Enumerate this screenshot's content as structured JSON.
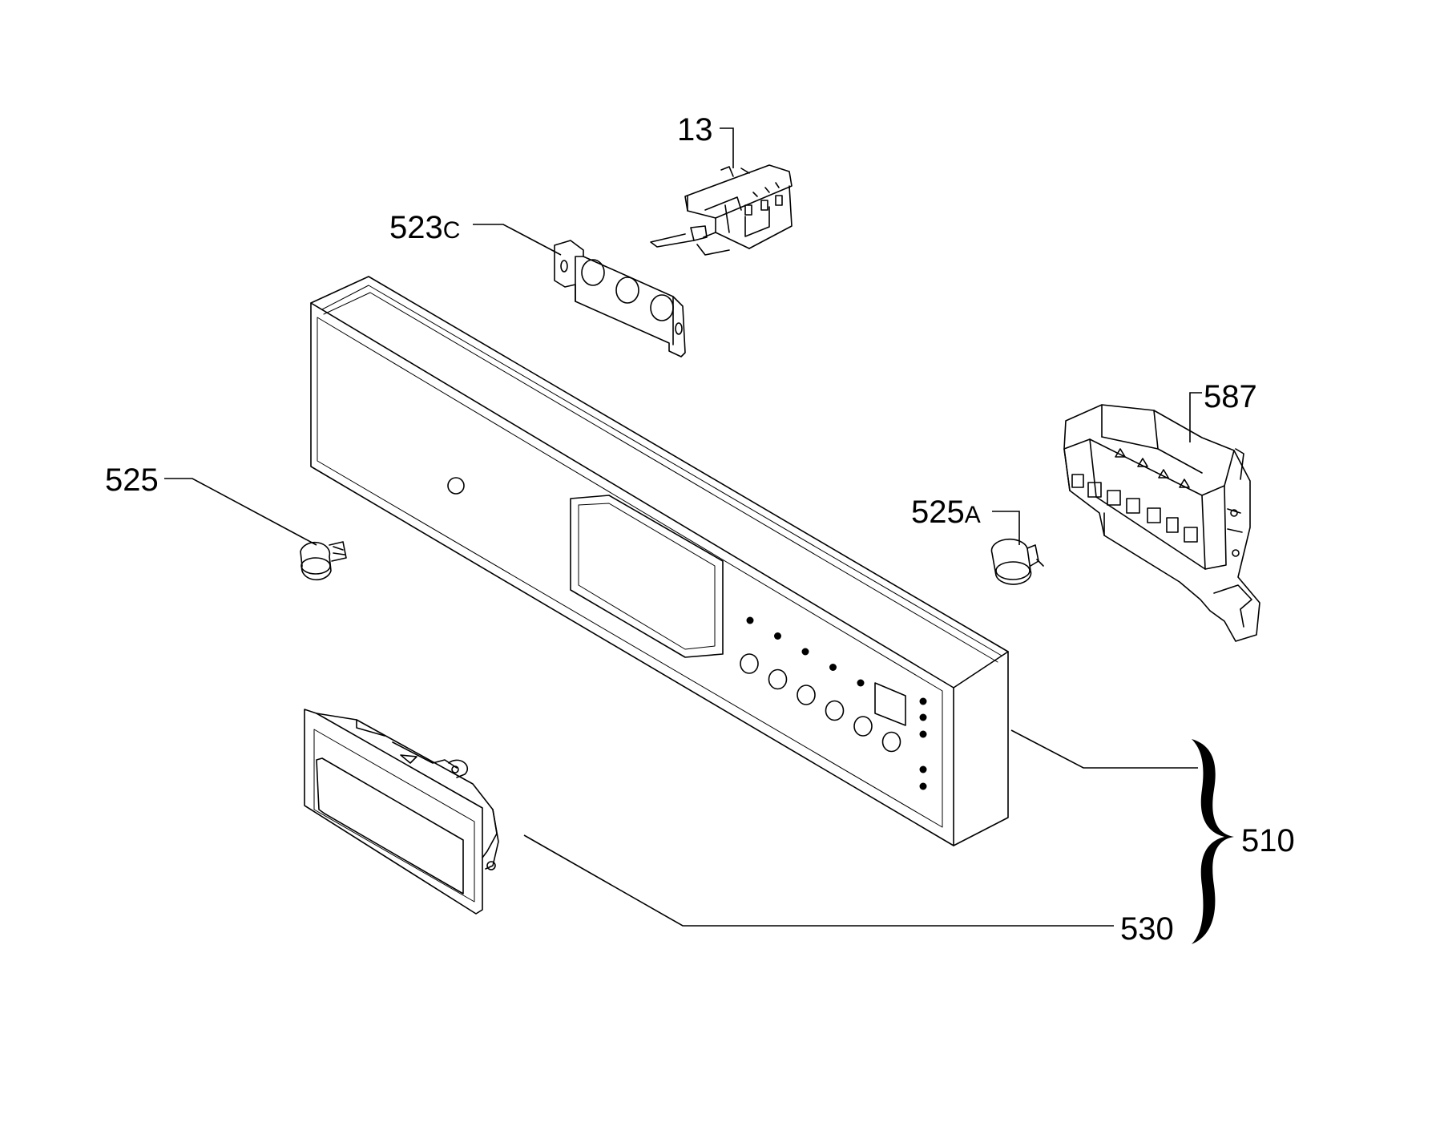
{
  "diagram": {
    "callouts": {
      "switch": {
        "number": "13",
        "suffix": "",
        "part": "switch"
      },
      "switch_bracket": {
        "number": "523",
        "suffix": "C",
        "part": "switch-bracket"
      },
      "knob_left": {
        "number": "525",
        "suffix": "",
        "part": "knob"
      },
      "knob_right": {
        "number": "525",
        "suffix": "A",
        "part": "knob"
      },
      "control_board": {
        "number": "587",
        "suffix": "",
        "part": "electronic-control-module"
      },
      "panel_assembly": {
        "number": "510",
        "suffix": "",
        "part": "control-panel-assembly"
      },
      "handle": {
        "number": "530",
        "suffix": "",
        "part": "door-handle"
      }
    },
    "panel": {
      "round_buttons": 6,
      "indicator_dots": 10,
      "has_display_window": true,
      "has_display": true
    },
    "colors": {
      "line": "#000000",
      "background": "#ffffff"
    }
  }
}
